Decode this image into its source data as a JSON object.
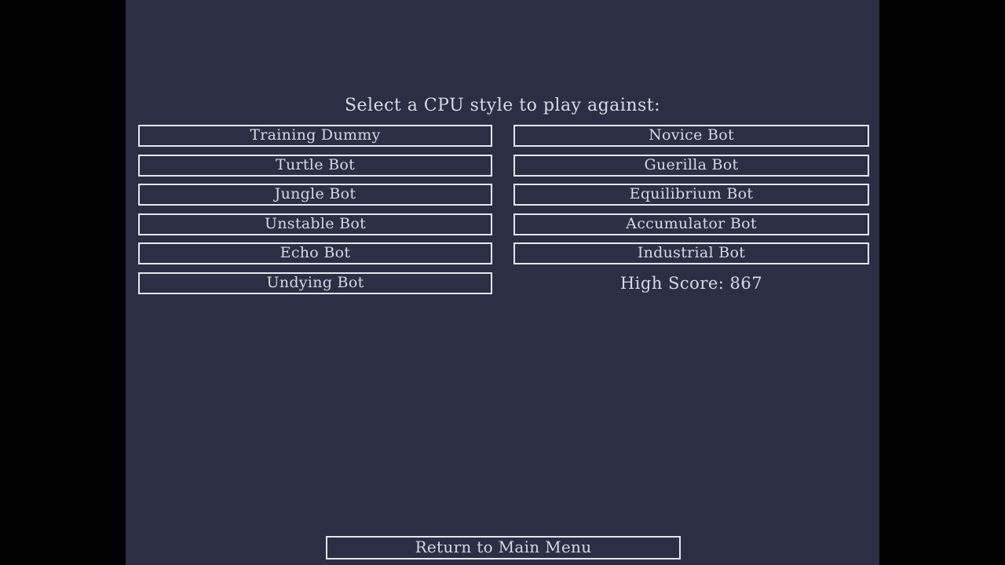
{
  "screen": {
    "title": "Select a CPU style to play against:",
    "high_score": "High Score: 867",
    "return_label": "Return to Main Menu"
  },
  "left_buttons": [
    "Training Dummy",
    "Turtle Bot",
    "Jungle Bot",
    "Unstable Bot",
    "Echo Bot",
    "Undying Bot"
  ],
  "right_buttons": [
    "Novice Bot",
    "Guerilla Bot",
    "Equilibrium Bot",
    "Accumulator Bot",
    "Industrial Bot"
  ],
  "colors": {
    "letterbox": "#000000",
    "background": "#2b2e44",
    "button_border": "#e6e7ec",
    "text": "#d6d8e2"
  }
}
